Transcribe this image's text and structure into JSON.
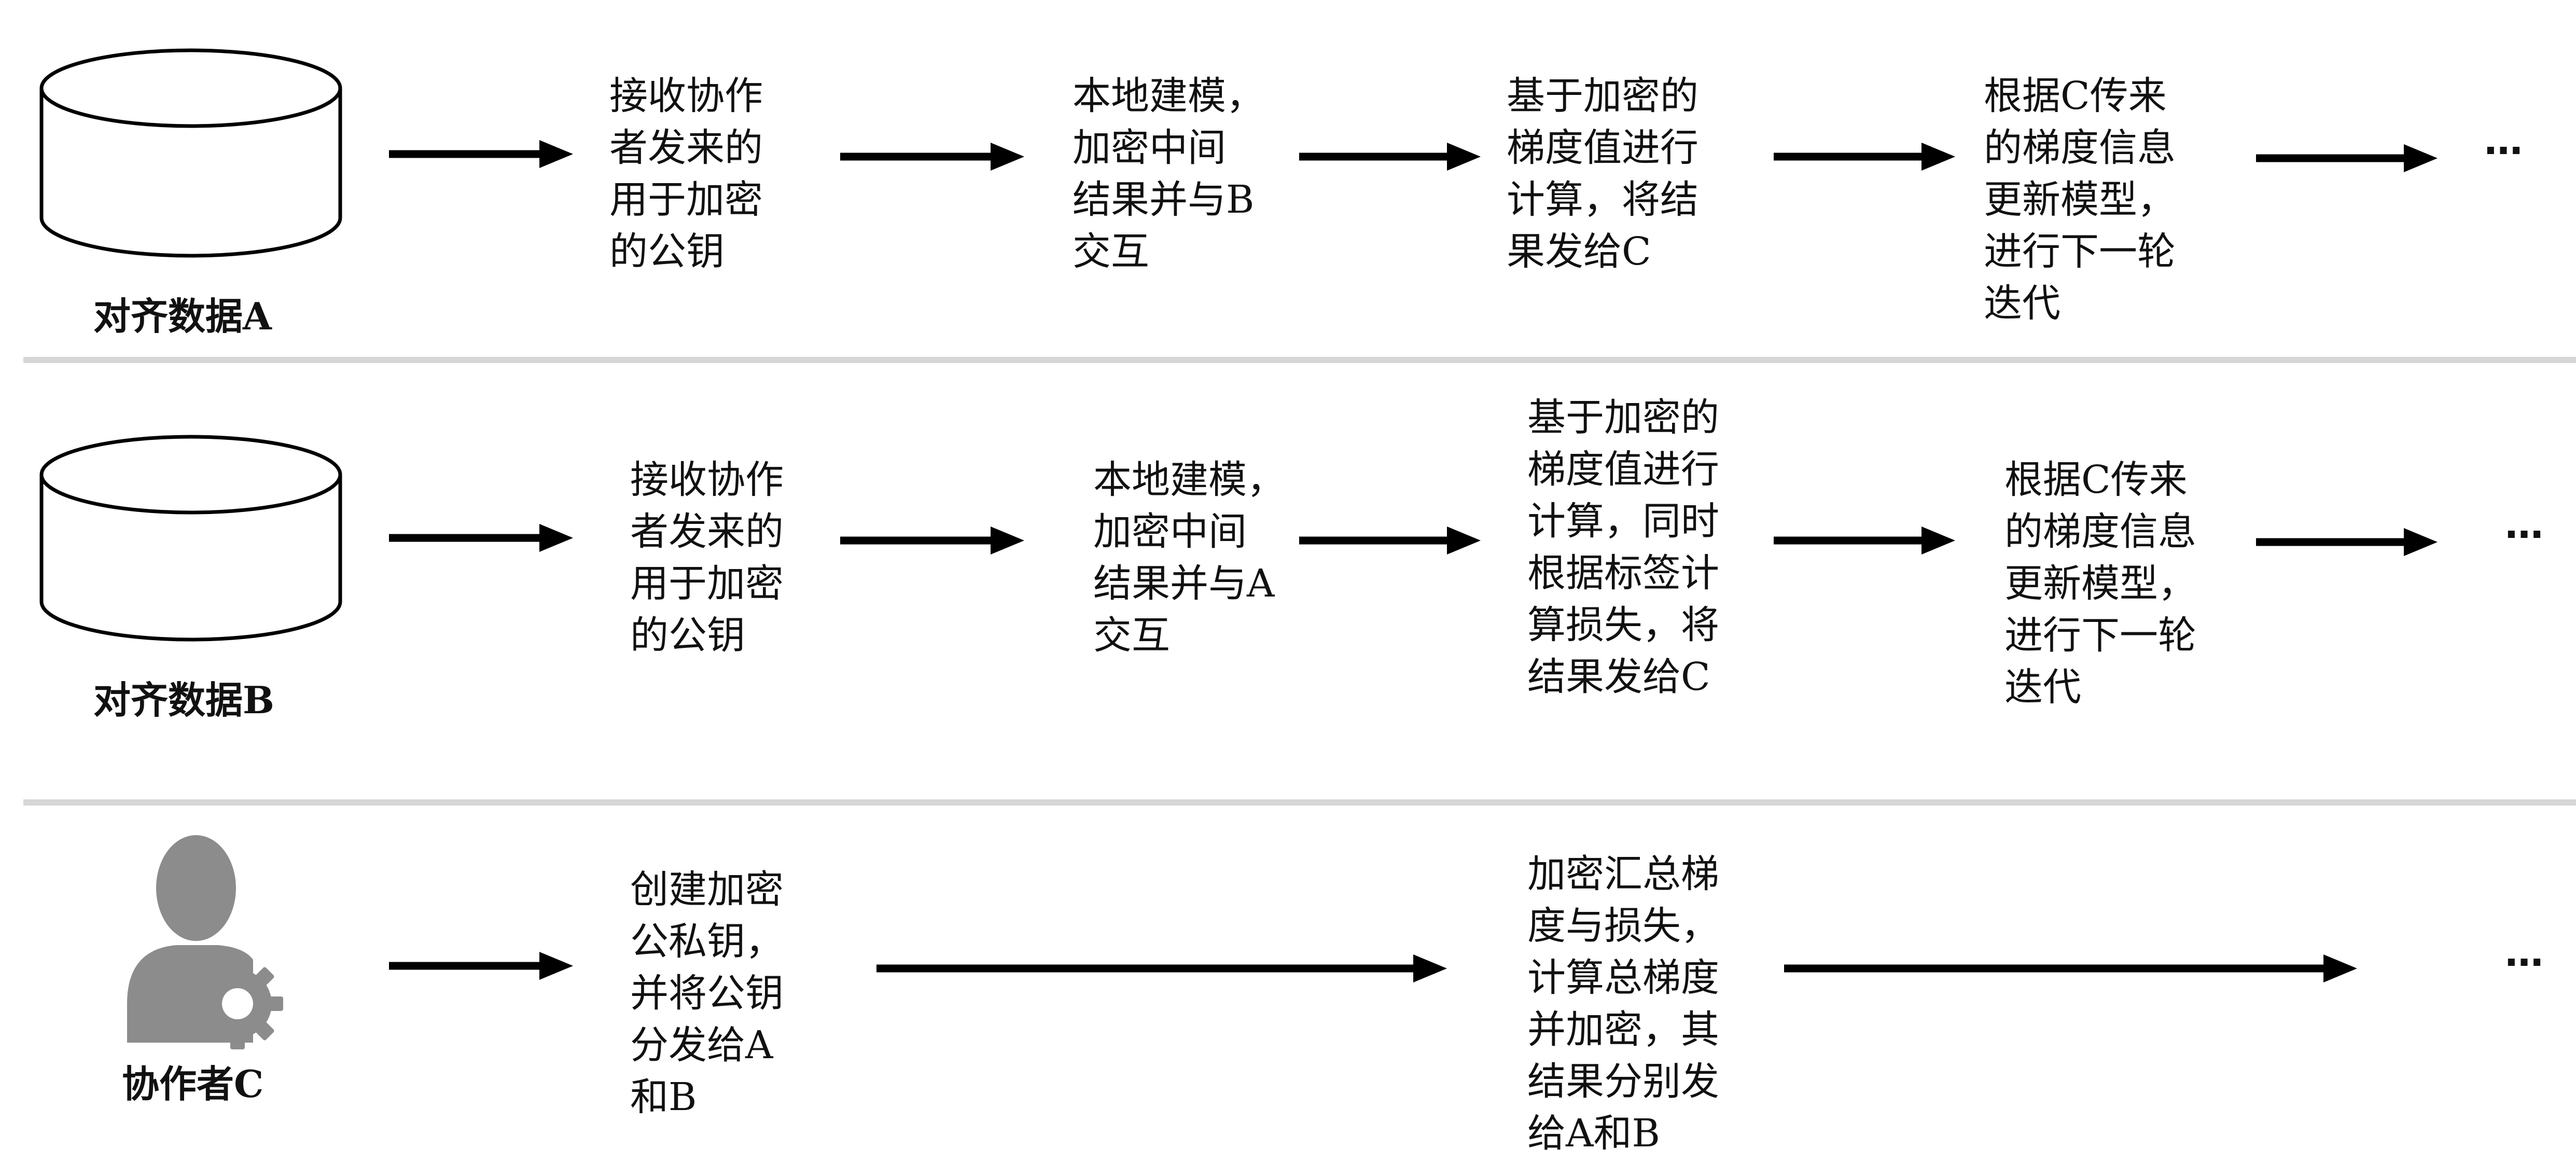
{
  "colors": {
    "line": "#000000",
    "separator": "#d6d6d6",
    "person_icon": "#8c8c8c",
    "background": "#ffffff"
  },
  "rows": [
    {
      "id": "a",
      "icon": "database-icon",
      "label": "对齐数据A",
      "steps": [
        [
          "接收协作",
          "者发来的",
          "用于加密",
          "的公钥"
        ],
        [
          "本地建模，",
          "加密中间",
          "结果并与B",
          "交互"
        ],
        [
          "基于加密的",
          "梯度值进行",
          "计算，将结",
          "果发给C"
        ],
        [
          "根据C传来",
          "的梯度信息",
          "更新模型，",
          "进行下一轮",
          "迭代"
        ]
      ],
      "continuation": "…"
    },
    {
      "id": "b",
      "icon": "database-icon",
      "label": "对齐数据B",
      "steps": [
        [
          "接收协作",
          "者发来的",
          "用于加密",
          "的公钥"
        ],
        [
          "本地建模，",
          "加密中间",
          "结果并与A",
          "交互"
        ],
        [
          "基于加密的",
          "梯度值进行",
          "计算，同时",
          "根据标签计",
          "算损失，将",
          "结果发给C"
        ],
        [
          "根据C传来",
          "的梯度信息",
          "更新模型，",
          "进行下一轮",
          "迭代"
        ]
      ],
      "continuation": "…"
    },
    {
      "id": "c",
      "icon": "user-gear-icon",
      "label": "协作者C",
      "steps": [
        [
          "创建加密",
          "公私钥，",
          "并将公钥",
          "分发给A",
          "和B"
        ],
        [
          "加密汇总梯",
          "度与损失，",
          "计算总梯度",
          "并加密，其",
          "结果分别发",
          "给A和B"
        ]
      ],
      "continuation": "…"
    }
  ]
}
